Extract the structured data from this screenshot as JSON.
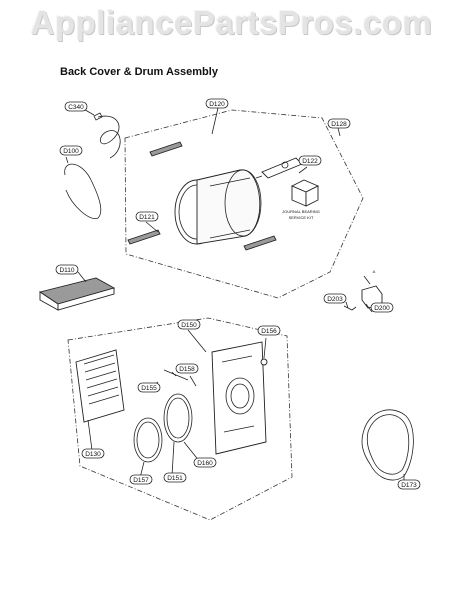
{
  "watermark": "AppliancePartsPros.com",
  "title": "Back Cover & Drum Assembly",
  "kit_label_line1": "JOURNAL BEARING",
  "kit_label_line2": "SERVICE KIT",
  "small_marks": {
    "a": "A",
    "b": "4"
  },
  "parts": {
    "c340": "C340",
    "d100": "D100",
    "d120": "D120",
    "d128": "D128",
    "d122": "D122",
    "d121": "D121",
    "d110": "D110",
    "d203": "D203",
    "d200": "D200",
    "d150": "D150",
    "d156": "D156",
    "d158": "D158",
    "d155": "D155",
    "d130": "D130",
    "d157": "D157",
    "d151": "D151",
    "d160": "D160",
    "d173": "D173"
  }
}
